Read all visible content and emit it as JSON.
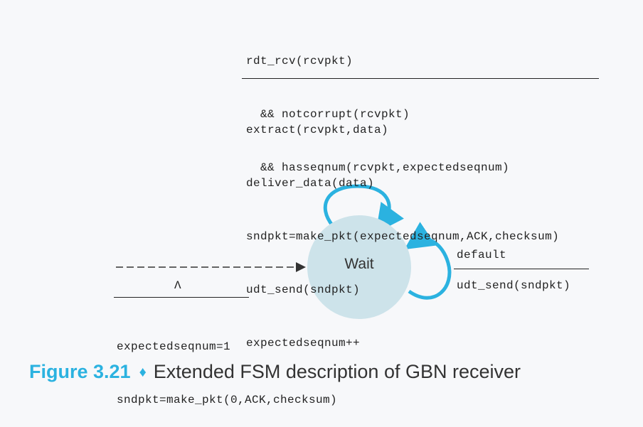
{
  "top_transition": {
    "event_lines": [
      "rdt_rcv(rcvpkt)",
      "  && notcorrupt(rcvpkt)",
      "  && hasseqnum(rcvpkt,expectedseqnum)"
    ],
    "action_lines": [
      "extract(rcvpkt,data)",
      "deliver_data(data)",
      "sndpkt=make_pkt(expectedseqnum,ACK,checksum)",
      "udt_send(sndpkt)",
      "expectedseqnum++"
    ]
  },
  "state": {
    "label": "Wait",
    "fill": "#cde3ea"
  },
  "right_transition": {
    "event": "default",
    "action": "udt_send(sndpkt)"
  },
  "initial_transition": {
    "event": "Λ",
    "action_lines": [
      "expectedseqnum=1",
      "sndpkt=make_pkt(0,ACK,checksum)"
    ]
  },
  "caption": {
    "figure_number": "Figure 3.21",
    "separator": "♦",
    "text": "Extended FSM description of GBN receiver"
  },
  "colors": {
    "loop_arrow": "#2bb2e0",
    "caption_accent": "#2bb2e0",
    "text": "#222222"
  }
}
